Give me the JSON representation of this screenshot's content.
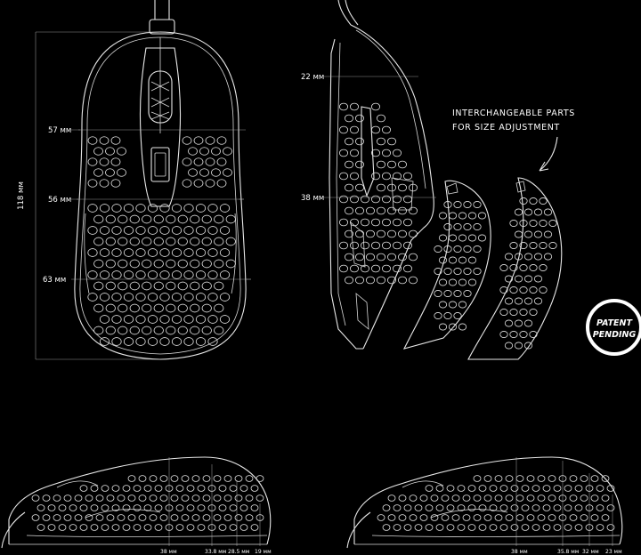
{
  "top_view": {
    "length_label": "118 мм",
    "widths": [
      {
        "label": "57 мм"
      },
      {
        "label": "56 мм"
      },
      {
        "label": "63 мм"
      }
    ]
  },
  "side_view": {
    "heights": [
      {
        "label": "22 мм"
      },
      {
        "label": "38 мм"
      }
    ]
  },
  "note": {
    "line1": "INTERCHANGEABLE PARTS",
    "line2": "FOR SIZE ADJUSTMENT"
  },
  "badge": {
    "line1": "PATENT",
    "line2": "PENDING"
  },
  "profile_left": {
    "heights": [
      "38 мм",
      "33.8 мм",
      "28.5 мм",
      "19 мм"
    ]
  },
  "profile_right": {
    "heights": [
      "38 мм",
      "35.8 мм",
      "32 мм",
      "23 мм"
    ]
  },
  "colors": {
    "background": "#000000",
    "line": "#e8e8e8"
  }
}
